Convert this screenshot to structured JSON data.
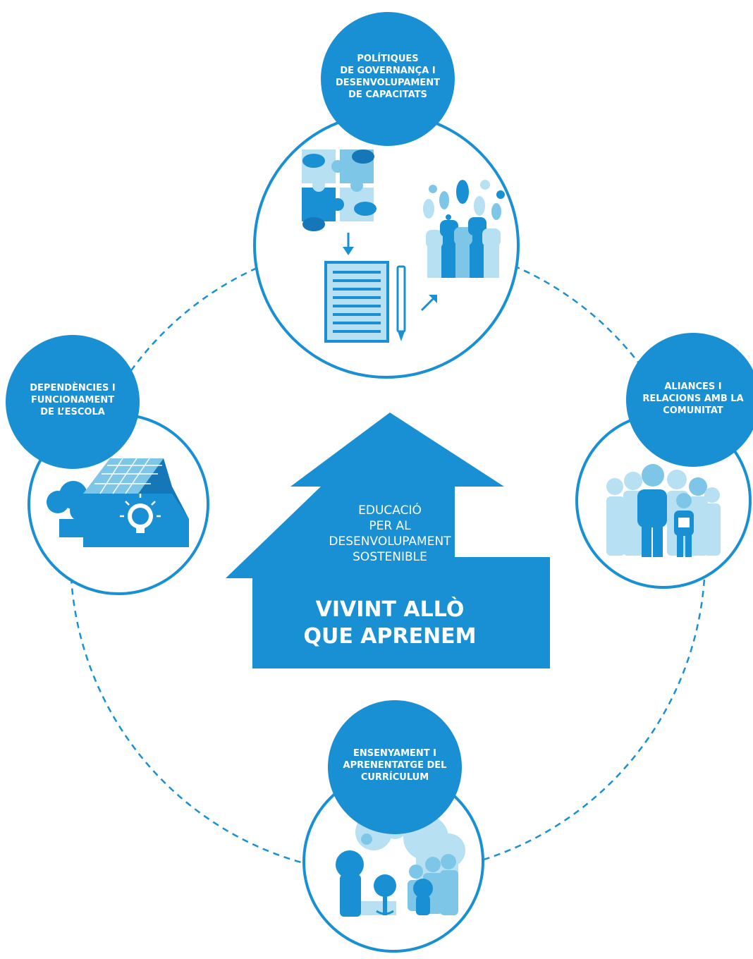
{
  "colors": {
    "primary": "#1a90d4",
    "light": "#b7e0f2",
    "medium": "#7ec6e8",
    "dark": "#1576b8"
  },
  "center": {
    "subtitle_lines": [
      "EDUCACIÓ",
      "PER AL",
      "DESENVOLUPAMENT",
      "SOSTENIBLE"
    ],
    "title_lines": [
      "VIVINT ALLÒ",
      "QUE APRENEM"
    ],
    "icon": "house-arrow-shape"
  },
  "nodes": {
    "top": {
      "lines": [
        "POLÍTIQUES",
        "DE GOVERNANÇA I",
        "DESENVOLUPAMENT",
        "DE CAPACITATS"
      ],
      "icon": "puzzle-document-raised-hands-icon"
    },
    "left": {
      "lines": [
        "DEPENDÈNCIES I",
        "FUNCIONAMENT",
        "DE L’ESCOLA"
      ],
      "icon": "school-building-solar-lightbulb-icon"
    },
    "right": {
      "lines": [
        "ALIANCES I",
        "RELACIONS AMB LA",
        "COMUNITAT"
      ],
      "icon": "community-people-icon"
    },
    "bottom": {
      "lines": [
        "ENSENYAMENT I",
        "APRENENTATGE DEL",
        "CURRÍCULUM"
      ],
      "icon": "people-trees-nature-icon"
    }
  }
}
